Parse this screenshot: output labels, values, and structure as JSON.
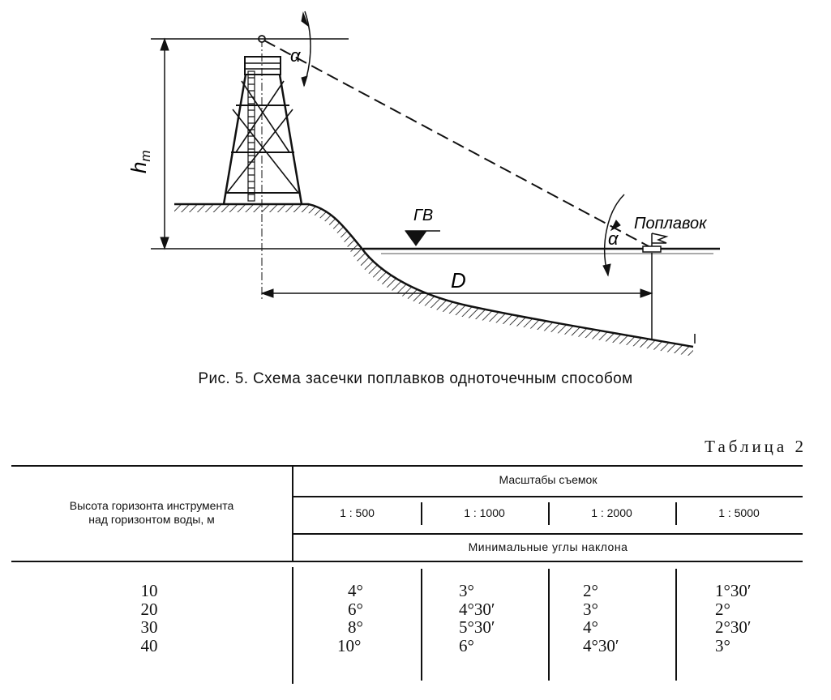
{
  "figure": {
    "label_height": "h",
    "label_height_sub": "т",
    "label_angle_top": "α",
    "label_angle_bottom": "α",
    "label_water_level": "ГВ",
    "label_distance": "D",
    "label_float": "Поплавок"
  },
  "caption": "Рис. 5. Схема засечки поплавков одноточечным способом",
  "table": {
    "title": "Таблица 2",
    "row_header": [
      "Высота горизонта инструмента",
      "над горизонтом воды, м"
    ],
    "group_header": "Масштабы съемок",
    "scales": [
      "1 : 500",
      "1 : 1000",
      "1 : 2000",
      "1 : 5000"
    ],
    "sub_header": "Минимальные углы наклона",
    "heights": [
      "10",
      "20",
      "30",
      "40"
    ],
    "angles": [
      [
        "4°",
        "6°",
        "8°",
        "10°"
      ],
      [
        "3°",
        "4°30′",
        "5°30′",
        "6°"
      ],
      [
        "2°",
        "3°",
        "4°",
        "4°30′"
      ],
      [
        "1°30′",
        "2°",
        "2°30′",
        "3°"
      ]
    ]
  }
}
